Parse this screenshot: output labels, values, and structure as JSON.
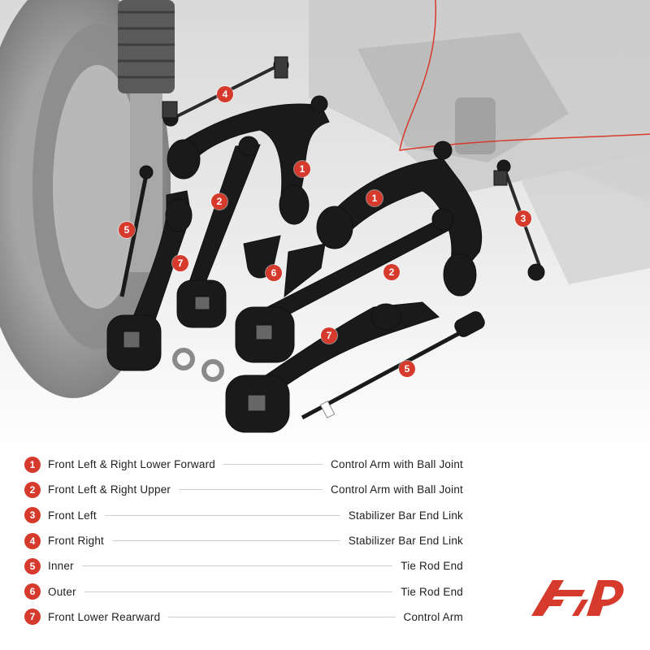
{
  "colors": {
    "accent": "#d63a2c",
    "text": "#1e1e1e",
    "leader_line": "#cfcfcf",
    "parts": "#1a1a1a",
    "background_photo": "#e6e6e6"
  },
  "callouts": [
    "1",
    "2",
    "3",
    "4",
    "5",
    "6",
    "7"
  ],
  "legend": [
    {
      "num": "1",
      "left": "Front Left & Right Lower Forward",
      "right": "Control Arm with Ball Joint"
    },
    {
      "num": "2",
      "left": "Front Left & Right Upper",
      "right": "Control Arm with Ball Joint"
    },
    {
      "num": "3",
      "left": "Front Left",
      "right": "Stabilizer Bar End Link"
    },
    {
      "num": "4",
      "left": "Front Right",
      "right": "Stabilizer Bar End Link"
    },
    {
      "num": "5",
      "left": "Inner",
      "right": "Tie Rod End"
    },
    {
      "num": "6",
      "left": "Outer",
      "right": "Tie Rod End"
    },
    {
      "num": "7",
      "left": "Front Lower Rearward",
      "right": "Control Arm"
    }
  ],
  "logo": {
    "icon": "brand-logo-icon"
  }
}
